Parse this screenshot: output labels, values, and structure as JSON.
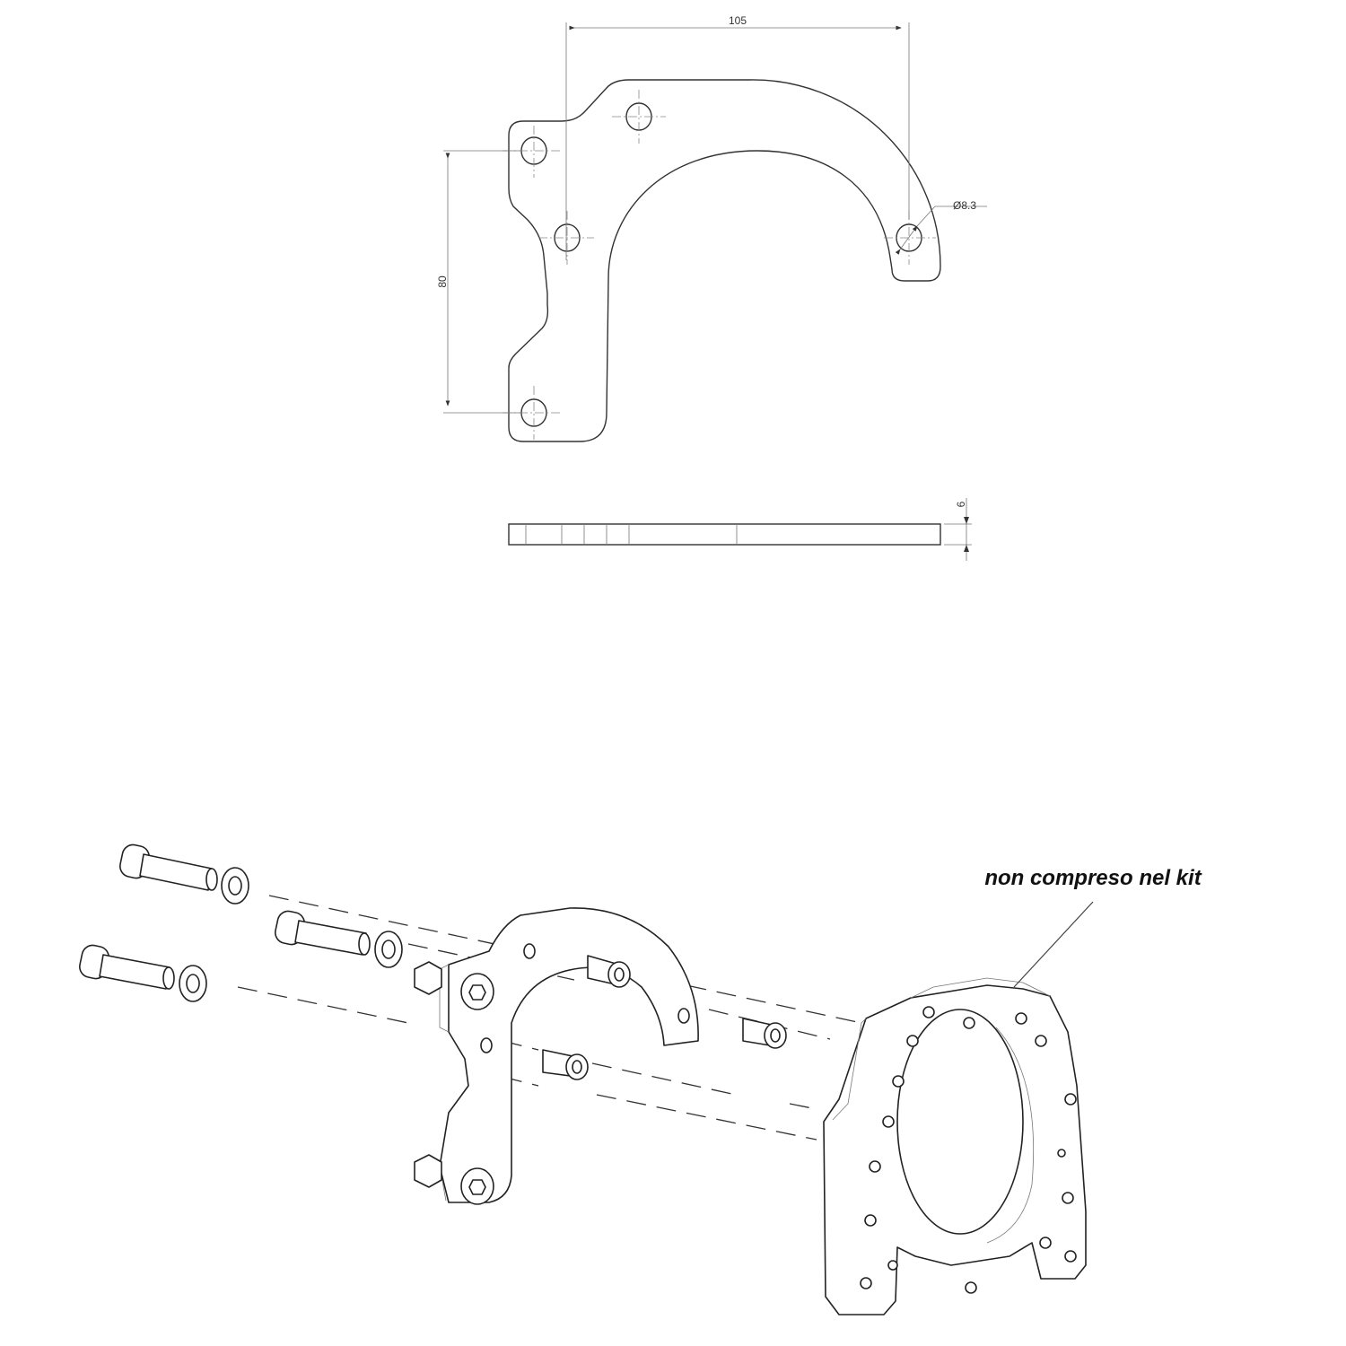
{
  "drawing": {
    "top_view": {
      "dim_width": "105",
      "dim_height": "80",
      "dim_hole_diameter": "Ø8.3"
    },
    "side_view": {
      "dim_thickness": "6"
    },
    "exploded_view": {
      "note": "non compreso nel kit"
    }
  }
}
